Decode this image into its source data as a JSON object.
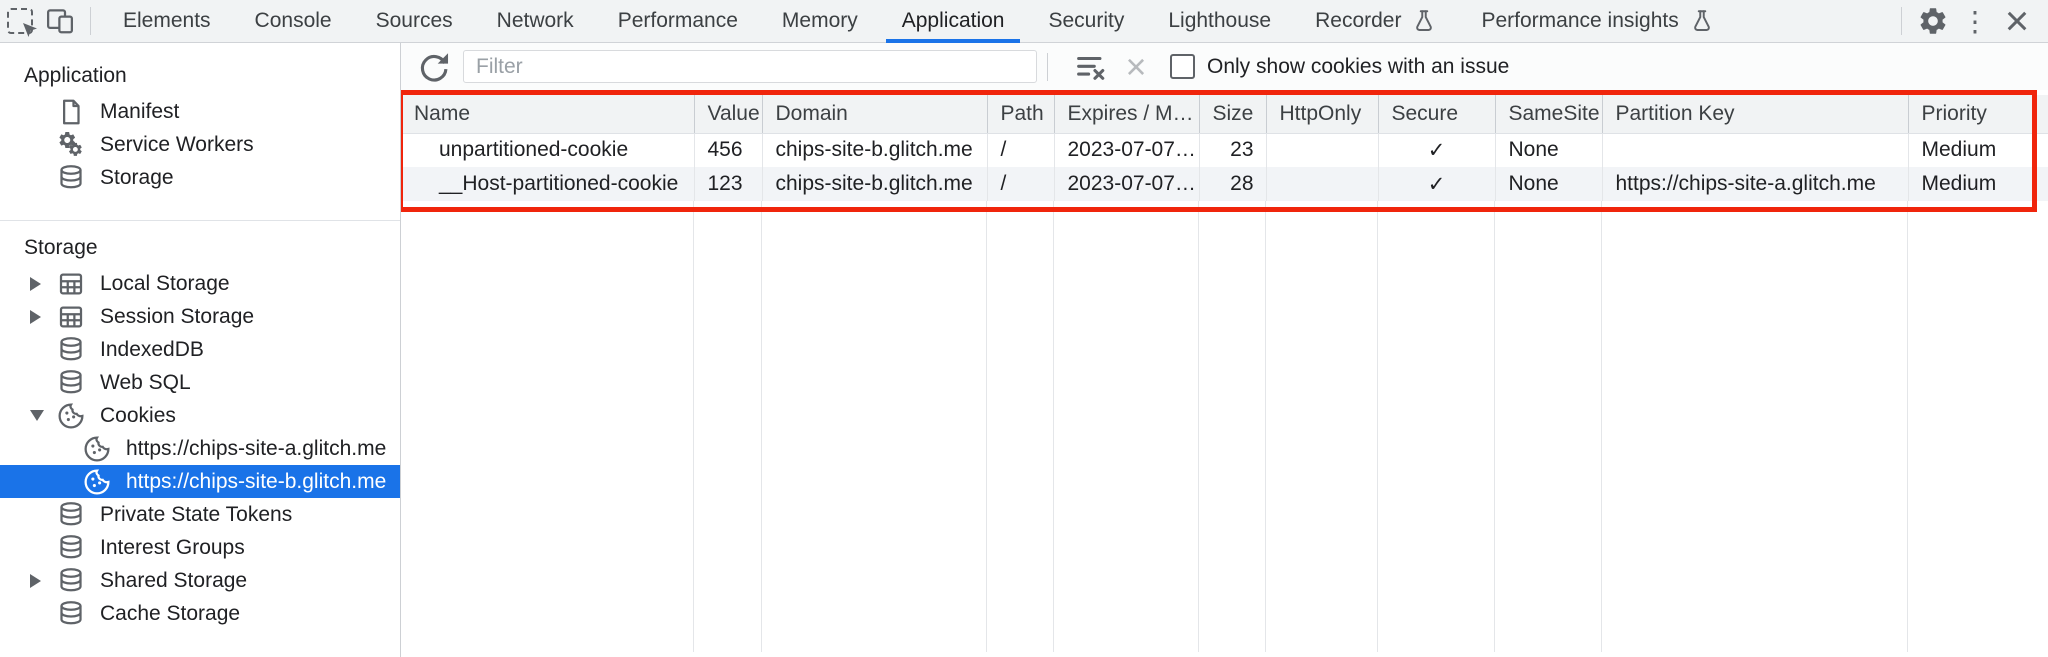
{
  "tabbar": {
    "tabs": [
      {
        "label": "Elements"
      },
      {
        "label": "Console"
      },
      {
        "label": "Sources"
      },
      {
        "label": "Network"
      },
      {
        "label": "Performance"
      },
      {
        "label": "Memory"
      },
      {
        "label": "Application",
        "active": true
      },
      {
        "label": "Security"
      },
      {
        "label": "Lighthouse"
      },
      {
        "label": "Recorder",
        "flask": true
      },
      {
        "label": "Performance insights",
        "flask": true
      }
    ]
  },
  "sidebar": {
    "app_section": {
      "title": "Application",
      "items": [
        {
          "label": "Manifest",
          "icon": "document"
        },
        {
          "label": "Service Workers",
          "icon": "gears"
        },
        {
          "label": "Storage",
          "icon": "database"
        }
      ]
    },
    "storage_section": {
      "title": "Storage",
      "items": [
        {
          "label": "Local Storage",
          "icon": "table",
          "expander": "collapsed"
        },
        {
          "label": "Session Storage",
          "icon": "table",
          "expander": "collapsed"
        },
        {
          "label": "IndexedDB",
          "icon": "database"
        },
        {
          "label": "Web SQL",
          "icon": "database"
        },
        {
          "label": "Cookies",
          "icon": "cookie",
          "expander": "expanded"
        },
        {
          "label": "https://chips-site-a.glitch.me",
          "icon": "cookie",
          "child": true
        },
        {
          "label": "https://chips-site-b.glitch.me",
          "icon": "cookie",
          "child": true,
          "selected": true
        },
        {
          "label": "Private State Tokens",
          "icon": "database"
        },
        {
          "label": "Interest Groups",
          "icon": "database"
        },
        {
          "label": "Shared Storage",
          "icon": "database",
          "expander": "collapsed"
        },
        {
          "label": "Cache Storage",
          "icon": "database"
        }
      ]
    }
  },
  "toolbar": {
    "filter_placeholder": "Filter",
    "only_issue_label": "Only show cookies with an issue",
    "checkbox_checked": false
  },
  "cookie_table": {
    "columns": [
      "Name",
      "Value",
      "Domain",
      "Path",
      "Expires / M…",
      "Size",
      "HttpOnly",
      "Secure",
      "SameSite",
      "Partition Key",
      "Priority"
    ],
    "rows": [
      {
        "name": "unpartitioned-cookie",
        "value": "456",
        "domain": "chips-site-b.glitch.me",
        "path": "/",
        "expires": "2023-07-07…",
        "size": "23",
        "http_only": "",
        "secure": "✓",
        "same_site": "None",
        "partition_key": "",
        "priority": "Medium"
      },
      {
        "name": "__Host-partitioned-cookie",
        "value": "123",
        "domain": "chips-site-b.glitch.me",
        "path": "/",
        "expires": "2023-07-07…",
        "size": "28",
        "http_only": "",
        "secure": "✓",
        "same_site": "None",
        "partition_key": "https://chips-site-a.glitch.me",
        "priority": "Medium"
      }
    ]
  },
  "colors": {
    "accent_blue": "#1a73e8",
    "selection_blue": "#1a73e8",
    "highlight_red": "#f0250c",
    "header_bg": "#f1f3f4"
  }
}
